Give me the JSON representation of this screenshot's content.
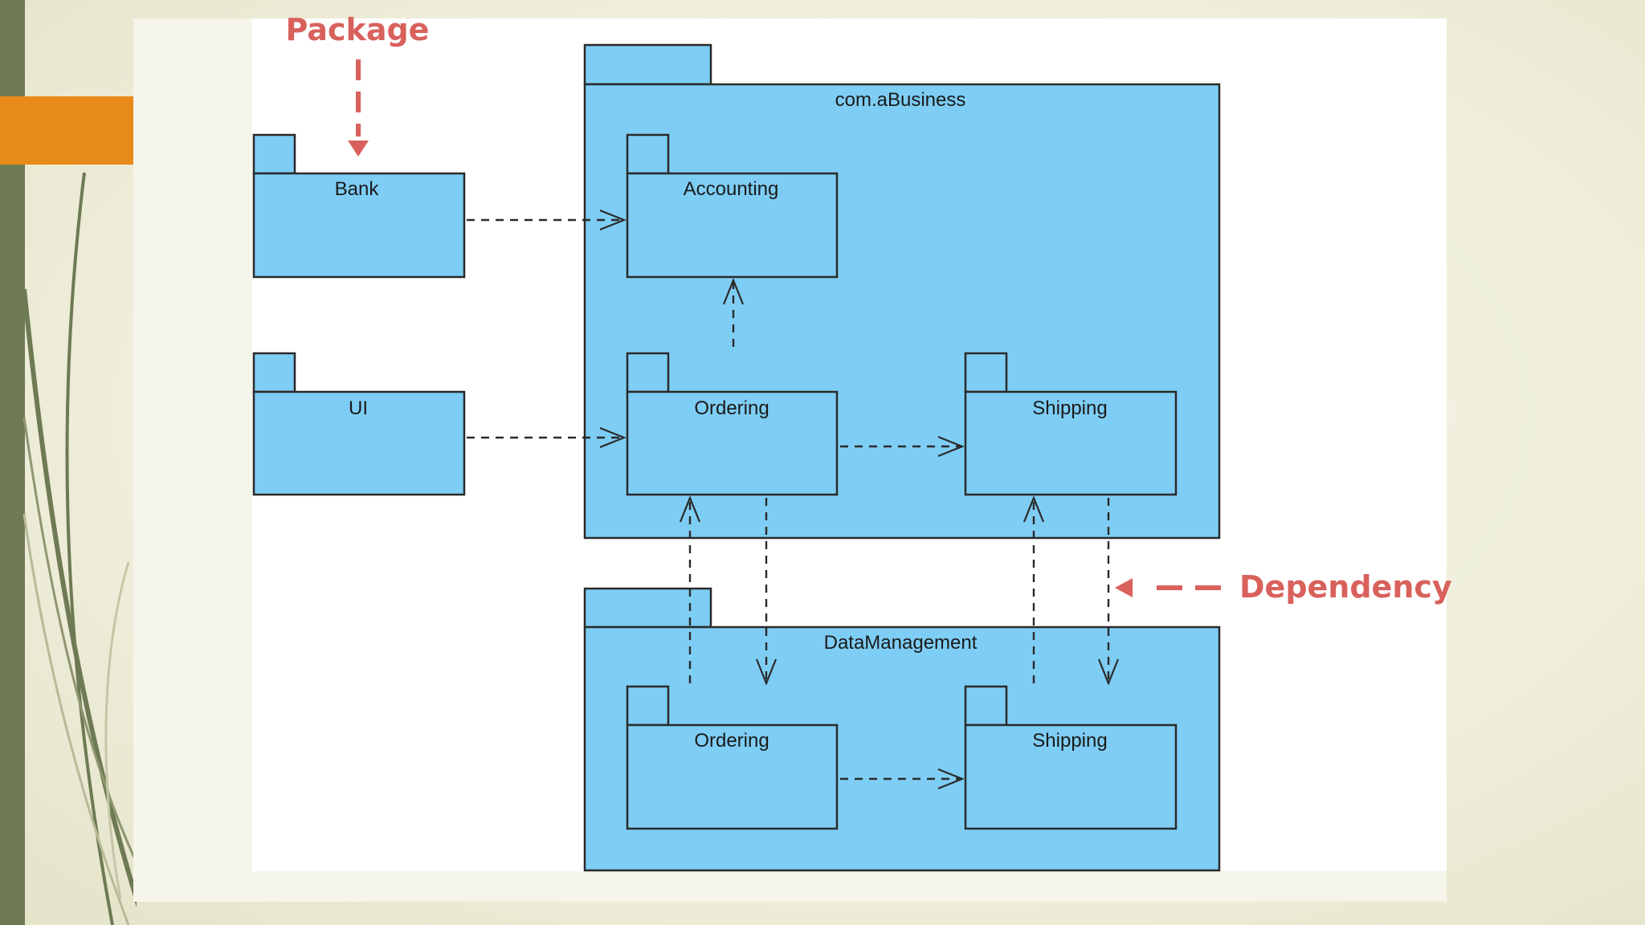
{
  "annotations": {
    "package_label": "Package",
    "dependency_label": "Dependency",
    "color": "#d9615c"
  },
  "diagram": {
    "fill_color": "#7ecdf4",
    "stroke_color": "#2a2a2a",
    "outer_packages": {
      "business": "com.aBusiness",
      "data": "DataManagement"
    },
    "packages": {
      "bank": "Bank",
      "ui": "UI",
      "accounting": "Accounting",
      "ordering": "Ordering",
      "shipping": "Shipping",
      "dm_ordering": "Ordering",
      "dm_shipping": "Shipping"
    },
    "dependencies": [
      {
        "from": "Bank",
        "to": "Accounting"
      },
      {
        "from": "UI",
        "to": "Ordering"
      },
      {
        "from": "Ordering",
        "to": "Accounting"
      },
      {
        "from": "Ordering",
        "to": "Shipping"
      },
      {
        "from": "Ordering",
        "to": "DataManagement.Ordering"
      },
      {
        "from": "DataManagement.Ordering",
        "to": "Ordering"
      },
      {
        "from": "Shipping",
        "to": "DataManagement.Shipping"
      },
      {
        "from": "DataManagement.Shipping",
        "to": "Shipping"
      },
      {
        "from": "DataManagement.Ordering",
        "to": "DataManagement.Shipping"
      }
    ]
  }
}
